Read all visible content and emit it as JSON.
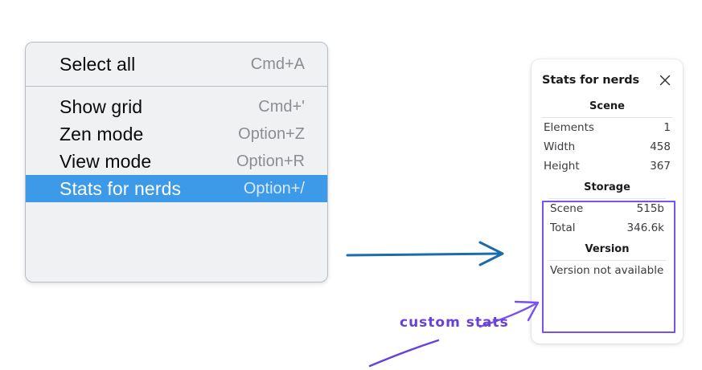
{
  "context_menu": {
    "name": "context-menu",
    "groups": [
      {
        "items": [
          {
            "label": "Select all",
            "shortcut": "Cmd+A",
            "highlighted": false
          }
        ]
      },
      {
        "items": [
          {
            "label": "Show grid",
            "shortcut": "Cmd+'",
            "highlighted": false
          },
          {
            "label": "Zen mode",
            "shortcut": "Option+Z",
            "highlighted": false
          },
          {
            "label": "View mode",
            "shortcut": "Option+R",
            "highlighted": false
          },
          {
            "label": "Stats for nerds",
            "shortcut": "Option+/",
            "highlighted": true
          }
        ]
      }
    ]
  },
  "stats_panel": {
    "title": "Stats for nerds",
    "close_icon": "close-icon",
    "sections": [
      {
        "heading": "Scene",
        "boxed": false,
        "rows": [
          {
            "key": "Elements",
            "value": "1"
          },
          {
            "key": "Width",
            "value": "458"
          },
          {
            "key": "Height",
            "value": "367"
          }
        ]
      },
      {
        "heading": "Storage",
        "boxed": true,
        "rows": [
          {
            "key": "Scene",
            "value": "515b"
          },
          {
            "key": "Total",
            "value": "346.6k"
          }
        ]
      },
      {
        "heading": "Version",
        "boxed": true,
        "rows": [
          {
            "key": "Version not available",
            "value": ""
          }
        ]
      }
    ]
  },
  "annotations": {
    "handwritten_label": "custom stats",
    "blue_arrow_name": "blue-arrow-icon",
    "purple_arrow_name": "purple-arrow-icon",
    "purple_stroke_name": "purple-underline-stroke"
  },
  "colors": {
    "menu_background": "#f0f1f3",
    "menu_border": "#b6bdc6",
    "menu_highlight": "#3d9ae8",
    "menu_highlight_text": "#ffffff",
    "menu_shortcut_text": "#8a8d93",
    "panel_background": "#ffffff",
    "panel_text": "#1b1b1f",
    "annotation_blue": "#1b6ca8",
    "annotation_purple": "#7950f2",
    "page_background": "#ffffff"
  }
}
